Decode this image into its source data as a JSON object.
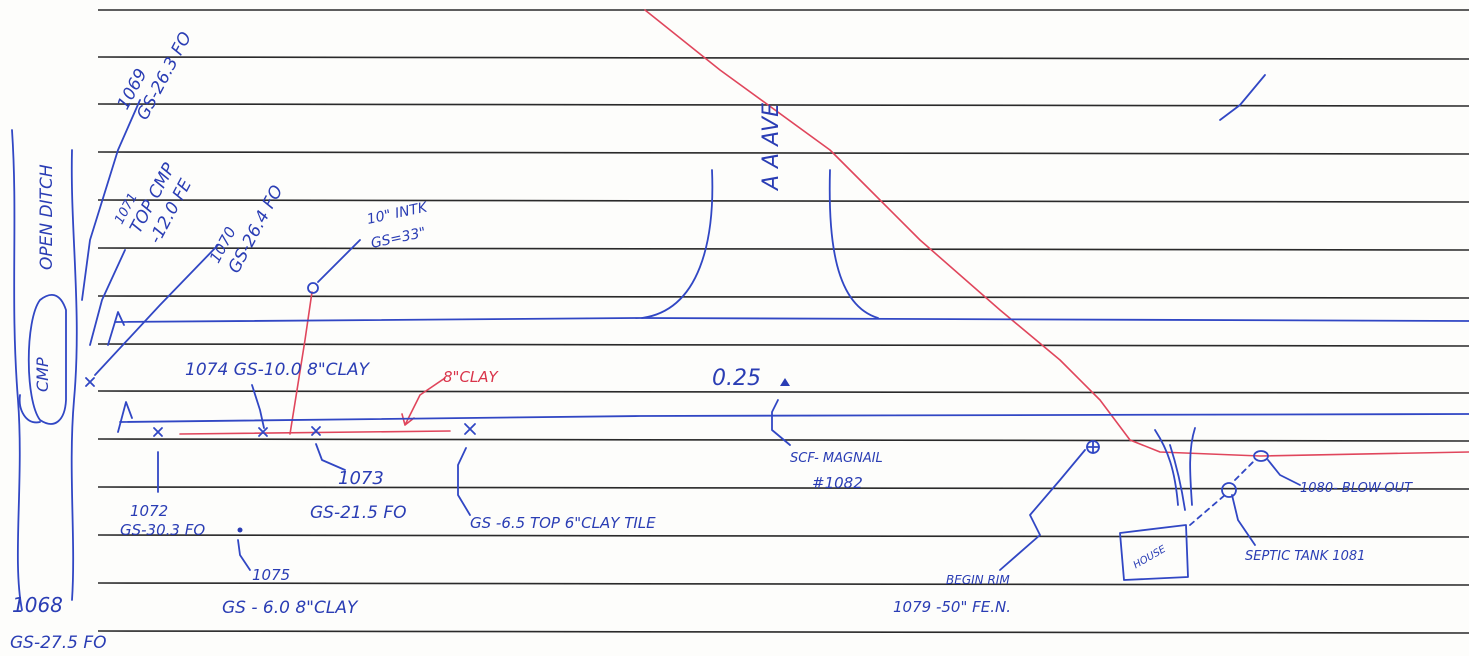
{
  "ink_colors": {
    "blue": "#2a3db4",
    "red": "#d9344a",
    "rule_lines": "#2a2a2a"
  },
  "left_margin": {
    "open_ditch": "OPEN DITCH",
    "culvert": "CMP"
  },
  "labels": {
    "p1069_id": "1069",
    "p1069_val": "GS-26.3 FO",
    "p1071_id": "1071",
    "p1071_desc": "TOP CMP",
    "p1071_val": "-12.0 FE",
    "p1070_id": "1070",
    "p1070_val": "GS-26.4 FO",
    "intk_a": "10\" INTK",
    "intk_b": "GS=33\"",
    "ave": "A A AVE",
    "p1074": "1074 GS-10.0 8\"CLAY",
    "clay_red": "8\"CLAY",
    "p025": "0.25",
    "p1073_id": "1073",
    "p1073_val": "GS-21.5 FO",
    "p1072_id": "1072",
    "p1072_val": "GS-30.3 FO",
    "p1075_id": "1075",
    "p1075_val": "GS - 6.0 8\"CLAY",
    "gs_tile": "GS -6.5 TOP 6\"CLAY TILE",
    "scf_a": "SCF- MAGNAIL",
    "scf_b": "#1082",
    "begin_rim": "BEGIN RIM",
    "p1079": "1079 -50\" FE.N.",
    "house": "HOUSE",
    "septic": "SEPTIC TANK 1081",
    "blowout": "1080- BLOW-OUT",
    "p1068_id": "1068",
    "p1068_val": "GS-27.5 FO"
  }
}
